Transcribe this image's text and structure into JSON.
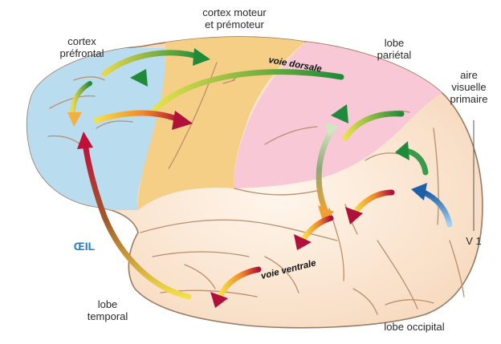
{
  "labels": {
    "motor_cortex": "cortex moteur",
    "premotor": "et prémoteur",
    "prefrontal_1": "cortex",
    "prefrontal_2": "préfrontal",
    "parietal_1": "lobe",
    "parietal_2": "pariétal",
    "v1_area_1": "aire",
    "v1_area_2": "visuelle",
    "v1_area_3": "primaire",
    "v1": "V 1",
    "eye": "ŒIL",
    "temporal_1": "lobe",
    "temporal_2": "temporal",
    "occipital": "lobe occipital",
    "dorsal_pathway": "voie dorsale",
    "ventral_pathway": "voie ventrale"
  },
  "colors": {
    "prefrontal": "#b9dcee",
    "motor": "#f6cf86",
    "parietal": "#f8c8d6",
    "brain_base": "#fbe3cc",
    "brain_light": "#fdf0e2",
    "outline": "#9a7a62",
    "sulcus": "#b98f6e",
    "eye_label": "#1f7fc4"
  }
}
